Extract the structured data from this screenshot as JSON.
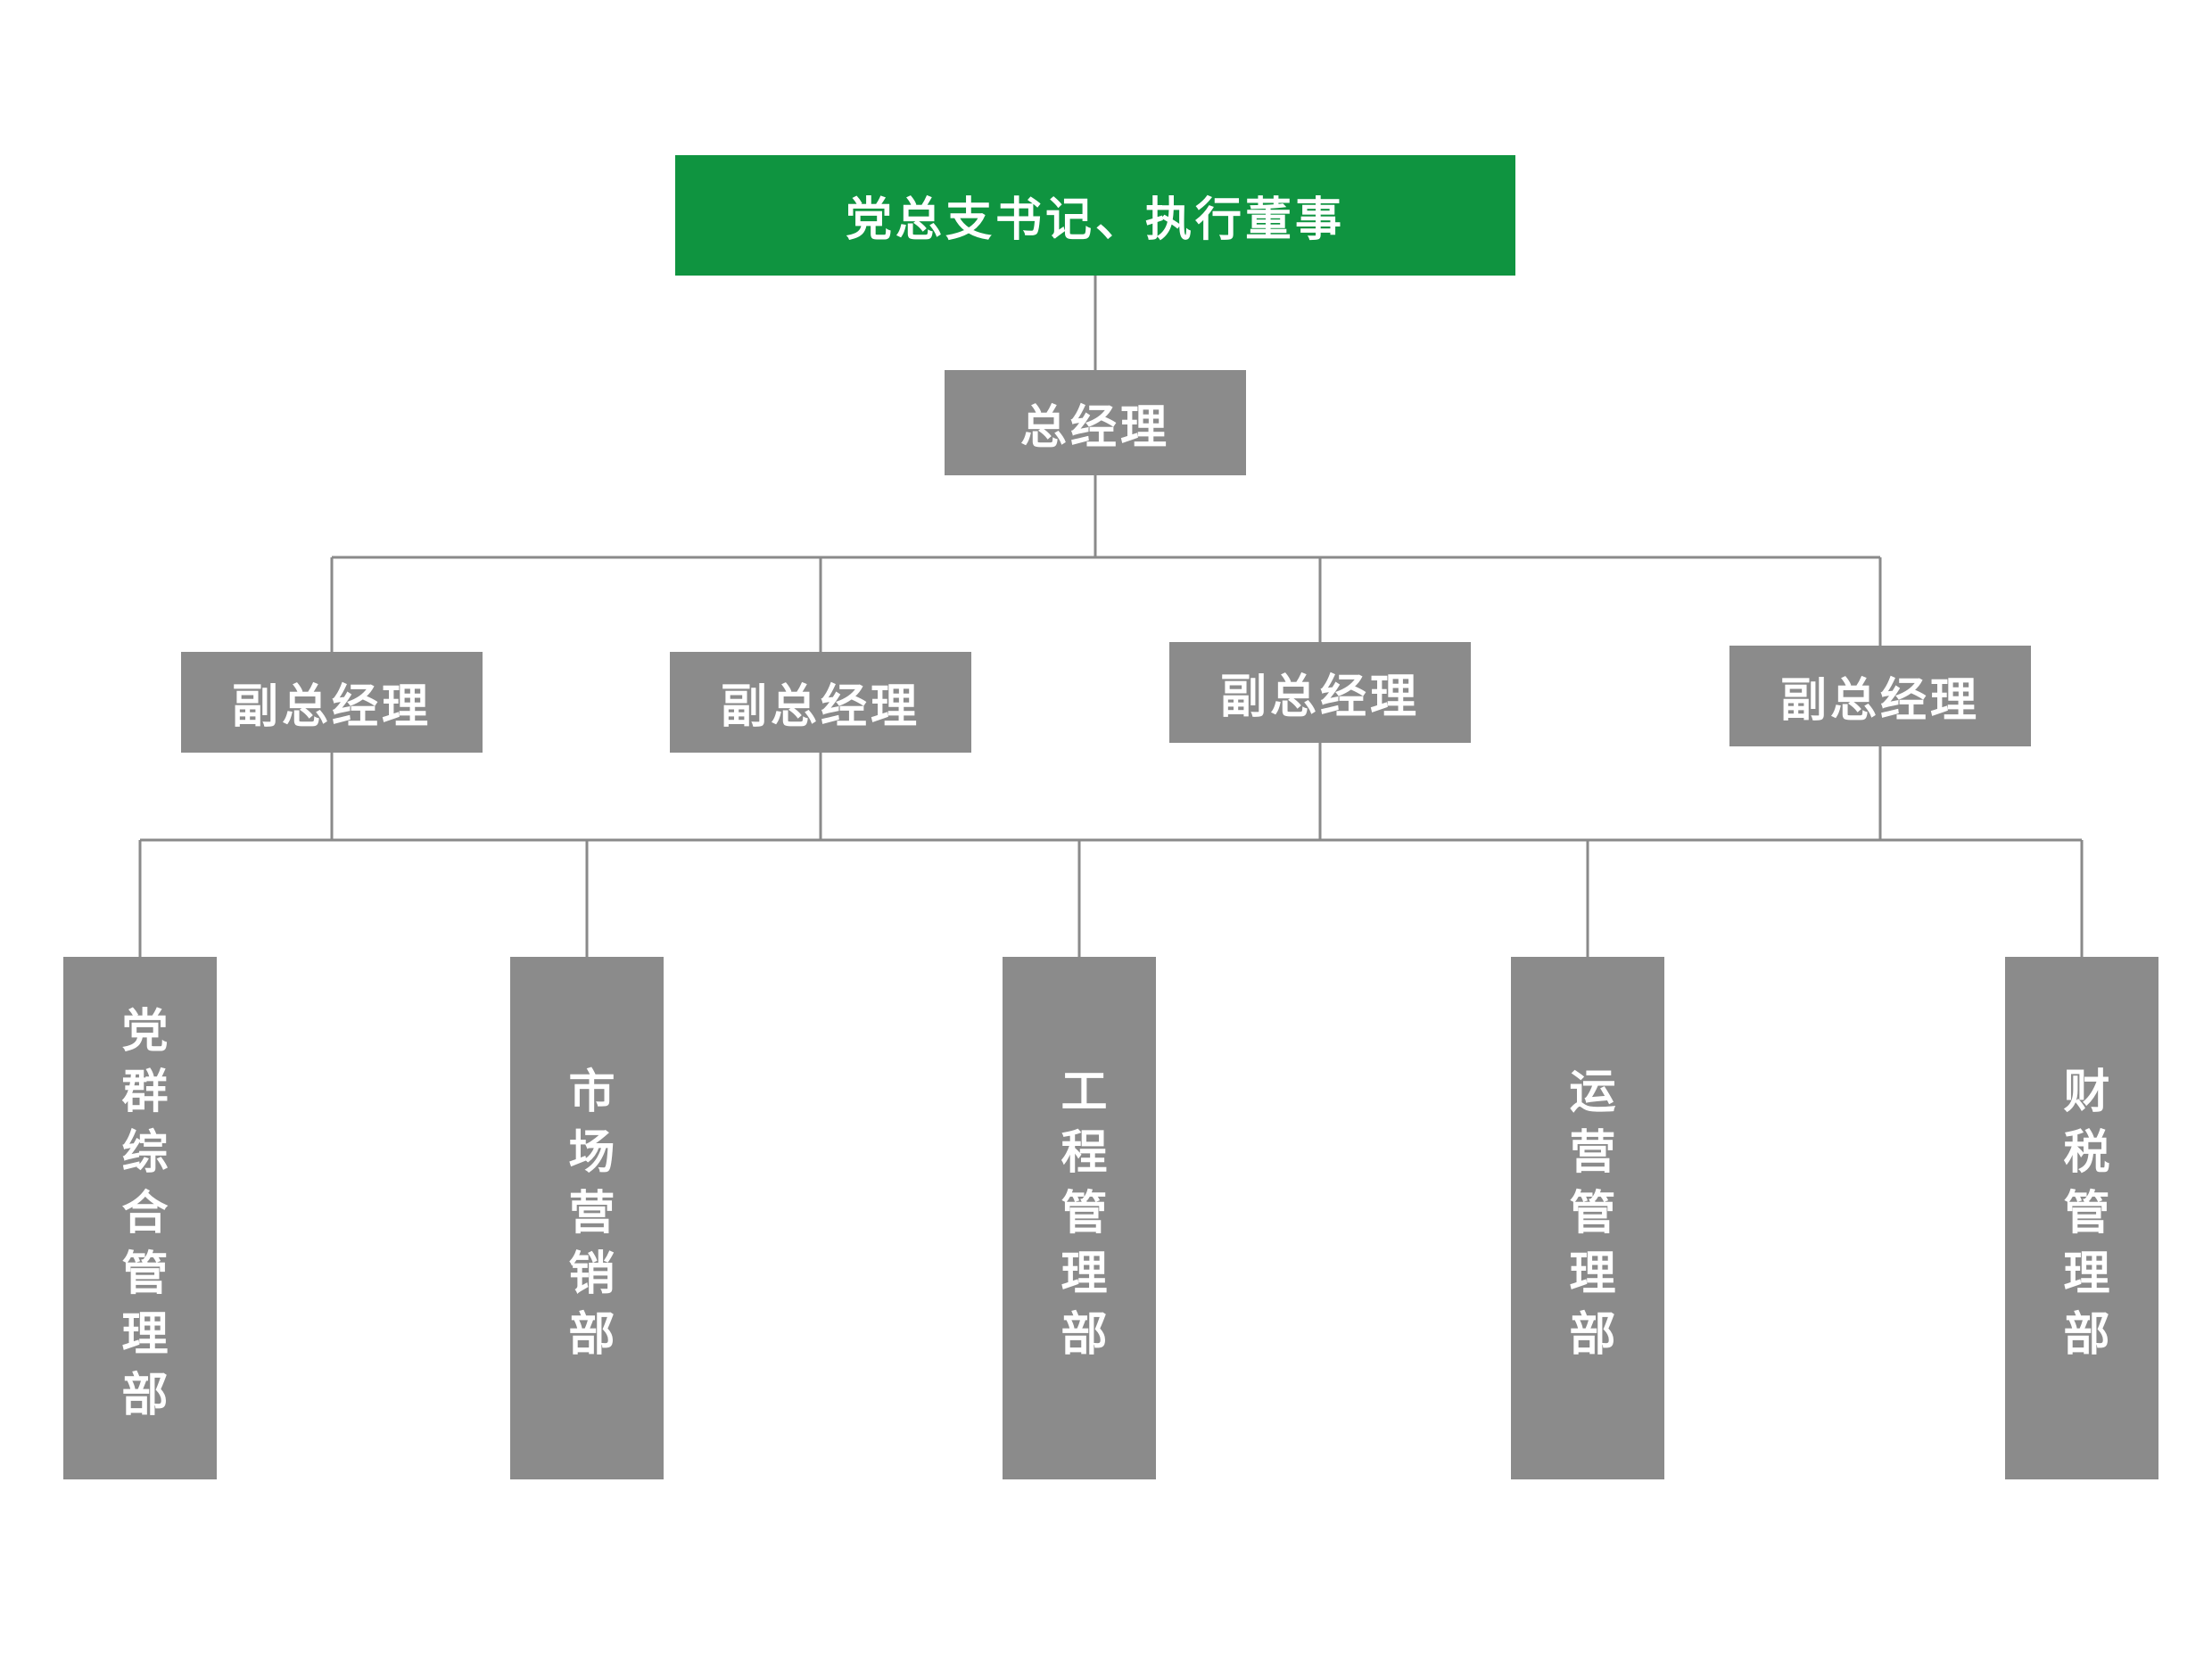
{
  "chart": {
    "type": "org-chart",
    "root": {
      "label": "党总支书记、执行董事"
    },
    "general_manager": {
      "label": "总经理"
    },
    "deputies": [
      {
        "label": "副总经理"
      },
      {
        "label": "副总经理"
      },
      {
        "label": "副总经理"
      },
      {
        "label": "副总经理"
      }
    ],
    "departments": [
      {
        "label": "党群综合管理部"
      },
      {
        "label": "市场营销部"
      },
      {
        "label": "工程管理部"
      },
      {
        "label": "运营管理部"
      },
      {
        "label": "财税管理部"
      }
    ],
    "colors": {
      "root_bg": "#0f9440",
      "node_bg": "#8b8b8b",
      "line": "#8a8a8a",
      "text": "#ffffff"
    }
  }
}
